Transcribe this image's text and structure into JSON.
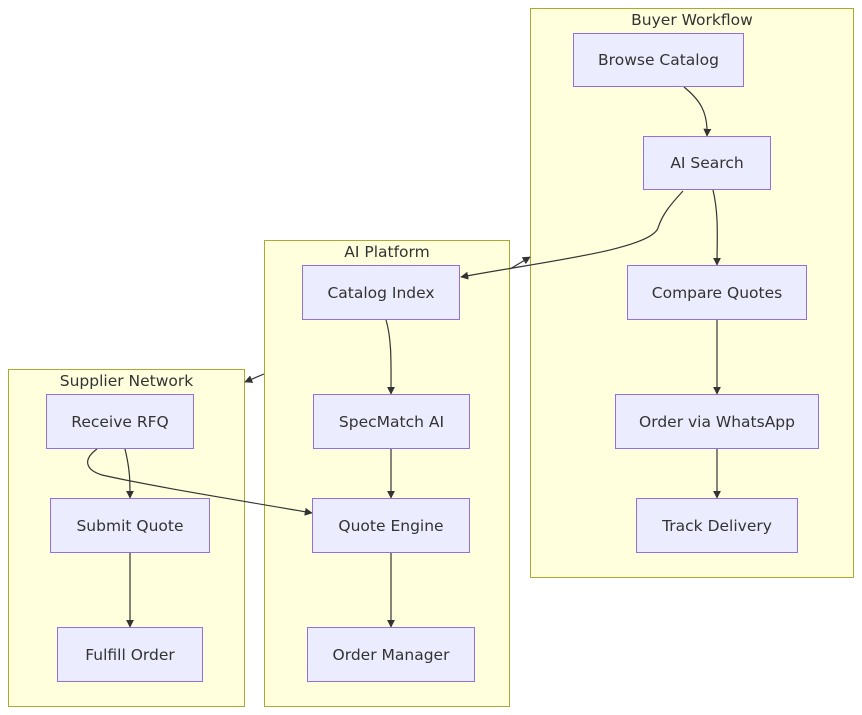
{
  "clusters": {
    "buyer": {
      "title": "Buyer Workflow"
    },
    "platform": {
      "title": "AI Platform"
    },
    "supplier": {
      "title": "Supplier Network"
    }
  },
  "nodes": {
    "browse_catalog": "Browse Catalog",
    "ai_search": "AI Search",
    "compare_quotes": "Compare Quotes",
    "order_whatsapp": "Order via WhatsApp",
    "track_delivery": "Track Delivery",
    "catalog_index": "Catalog Index",
    "specmatch_ai": "SpecMatch AI",
    "quote_engine": "Quote Engine",
    "order_manager": "Order Manager",
    "receive_rfq": "Receive RFQ",
    "submit_quote": "Submit Quote",
    "fulfill_order": "Fulfill Order"
  },
  "edges": [
    {
      "from": "browse_catalog",
      "to": "ai_search"
    },
    {
      "from": "ai_search",
      "to": "compare_quotes"
    },
    {
      "from": "compare_quotes",
      "to": "order_whatsapp"
    },
    {
      "from": "order_whatsapp",
      "to": "track_delivery"
    },
    {
      "from": "ai_search",
      "to": "catalog_index"
    },
    {
      "from": "catalog_index",
      "to": "specmatch_ai"
    },
    {
      "from": "specmatch_ai",
      "to": "quote_engine"
    },
    {
      "from": "quote_engine",
      "to": "order_manager"
    },
    {
      "from": "receive_rfq",
      "to": "submit_quote"
    },
    {
      "from": "submit_quote",
      "to": "fulfill_order"
    },
    {
      "from": "receive_rfq",
      "to": "quote_engine"
    },
    {
      "from": "platform",
      "to": "supplier"
    },
    {
      "from": "platform",
      "to": "buyer"
    }
  ],
  "colors": {
    "cluster_fill": "#ffffde",
    "cluster_stroke": "#aaaa33",
    "node_fill": "#ececff",
    "node_stroke": "#9370db",
    "edge": "#333333",
    "text": "#333333"
  }
}
